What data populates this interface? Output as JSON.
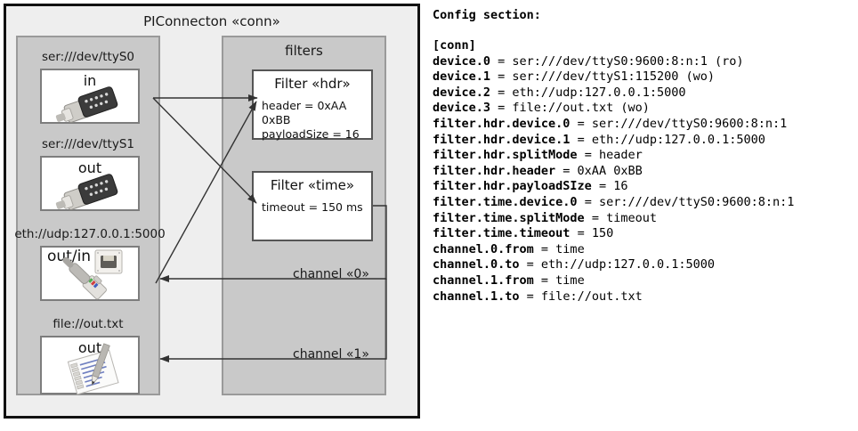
{
  "diagram": {
    "outer": {
      "title": "PIConnecton «conn»"
    },
    "devices_panel": {
      "items": [
        {
          "label": "ser:///dev/ttyS0",
          "direction": "in",
          "icon": "serial-port-icon"
        },
        {
          "label": "ser:///dev/ttyS1",
          "direction": "out",
          "icon": "serial-port-icon"
        },
        {
          "label": "eth://udp:127.0.0.1:5000",
          "direction": "out/in",
          "icon": "ethernet-jack-icon"
        },
        {
          "label": "file://out.txt",
          "direction": "out",
          "icon": "text-file-icon"
        }
      ]
    },
    "filters_panel": {
      "title": "filters",
      "filters": [
        {
          "title": "Filter «hdr»",
          "attrs": [
            "header = 0xAA 0xBB",
            "payloadSize = 16"
          ]
        },
        {
          "title": "Filter «time»",
          "attrs": [
            "timeout = 150 ms"
          ]
        }
      ]
    },
    "channels": [
      {
        "label": "channel «0»"
      },
      {
        "label": "channel «1»"
      }
    ]
  },
  "config": {
    "heading": "Config section:",
    "lines": [
      {
        "key": "[conn]",
        "value": ""
      },
      {
        "key": "device.0",
        "value": " = ser:///dev/ttyS0:9600:8:n:1 (ro)"
      },
      {
        "key": "device.1",
        "value": " = ser:///dev/ttyS1:115200 (wo)"
      },
      {
        "key": "device.2",
        "value": " = eth://udp:127.0.0.1:5000"
      },
      {
        "key": "device.3",
        "value": " = file://out.txt (wo)"
      },
      {
        "key": "filter.hdr.device.0",
        "value": " = ser:///dev/ttyS0:9600:8:n:1"
      },
      {
        "key": "filter.hdr.device.1",
        "value": " = eth://udp:127.0.0.1:5000"
      },
      {
        "key": "filter.hdr.splitMode",
        "value": " = header"
      },
      {
        "key": "filter.hdr.header",
        "value": " = 0xAA 0xBB"
      },
      {
        "key": "filter.hdr.payloadSIze",
        "value": " = 16"
      },
      {
        "key": "filter.time.device.0",
        "value": " = ser:///dev/ttyS0:9600:8:n:1"
      },
      {
        "key": "filter.time.splitMode",
        "value": " = timeout"
      },
      {
        "key": "filter.time.timeout",
        "value": " = 150"
      },
      {
        "key": "channel.0.from",
        "value": " = time"
      },
      {
        "key": "channel.0.to",
        "value": " = eth://udp:127.0.0.1:5000"
      },
      {
        "key": "channel.1.from",
        "value": " = time"
      },
      {
        "key": "channel.1.to",
        "value": " = file://out.txt"
      }
    ]
  },
  "colors": {
    "page_background": "#ffffff",
    "outer_fill": "#eeeeee",
    "outer_border": "#111111",
    "panel_fill": "#c9c9c9",
    "panel_border": "#9a9a9a",
    "box_fill": "#ffffff",
    "box_border": "#7d7d7d",
    "arrow": "#333333",
    "text": "#1a1a1a"
  }
}
